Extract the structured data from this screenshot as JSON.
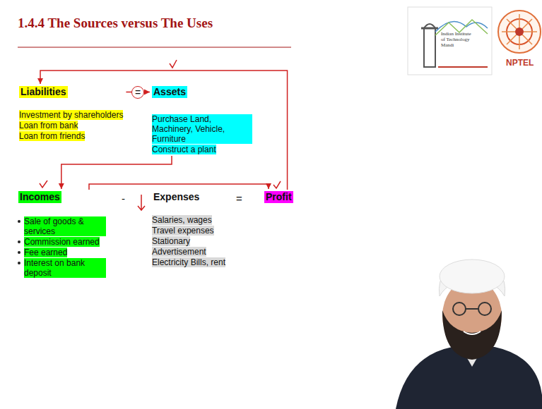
{
  "diagram": {
    "title": "1.4.4 The Sources versus The Uses",
    "nodes": [
      {
        "text": [
          "Liabilities",
          "Investment by shareholders",
          "Loan from bank",
          "Loan from friends"
        ]
      },
      {
        "text": [
          "Assets",
          "Purchase Land, Machinery, Vehicle, Furniture",
          "Construct a plant"
        ]
      },
      {
        "text": [
          "Incomes",
          "Sale of goods & services",
          "Commission earned",
          "Fee earned",
          "Interest on bank deposit"
        ]
      },
      {
        "text": [
          "Expenses",
          "Salaries, wages",
          "Travel expenses",
          "Stationary",
          "Advertisement",
          "Electricity Bills, rent"
        ]
      },
      {
        "text": [
          "Profit"
        ]
      }
    ],
    "edges": [
      {
        "from": 0,
        "to": 1,
        "arrow": "to",
        "label": "="
      },
      {
        "from": 1,
        "to": 2,
        "arrow": "to"
      },
      {
        "from": 2,
        "to": 4,
        "arrow": "to"
      },
      {
        "from": 4,
        "to": 0,
        "arrow": "to"
      }
    ],
    "labels": [
      "-",
      "=",
      "Indian Institute of Technology Mandi",
      "NPTEL"
    ]
  }
}
